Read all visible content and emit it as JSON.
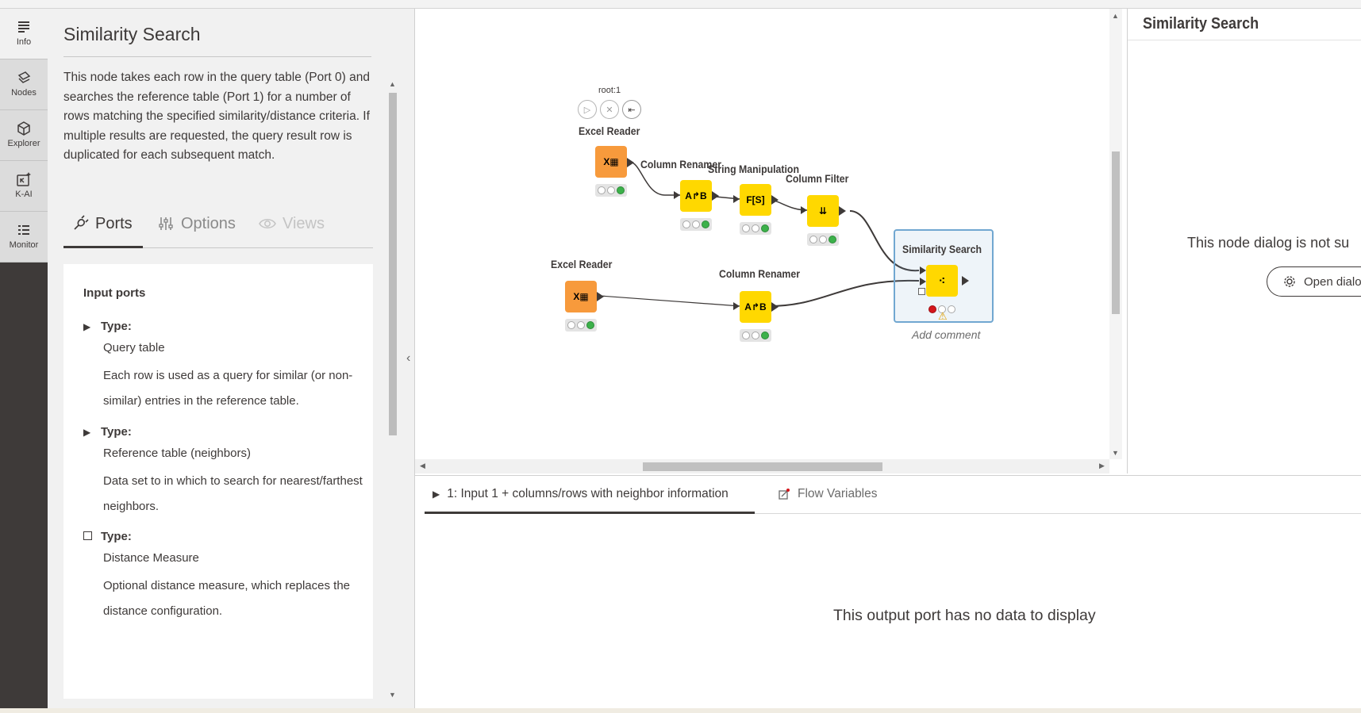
{
  "rail": {
    "items": [
      {
        "label": "Info",
        "icon": "info-icon"
      },
      {
        "label": "Nodes",
        "icon": "nodes-icon"
      },
      {
        "label": "Explorer",
        "icon": "explorer-icon"
      },
      {
        "label": "K-AI",
        "icon": "k-ai-icon"
      },
      {
        "label": "Monitor",
        "icon": "monitor-icon"
      }
    ]
  },
  "description": {
    "title": "Similarity Search",
    "text": "This node takes each row in the query table (Port 0) and searches the reference table (Port 1) for a number of rows matching the specified similarity/distance criteria. If multiple results are requested, the query result row is duplicated for each subsequent match.",
    "tabs": {
      "ports": "Ports",
      "options": "Options",
      "views": "Views"
    },
    "ports_heading": "Input ports",
    "ports": [
      {
        "type_label": "Type:",
        "name": "Query table",
        "desc": "Each row is used as a query for similar (or non-similar) entries in the reference table."
      },
      {
        "type_label": "Type:",
        "name": "Reference table (neighbors)",
        "desc": "Data set to in which to search for nearest/farthest neighbors."
      },
      {
        "type_label": "Type:",
        "name": "Distance Measure",
        "desc": "Optional distance measure, which replaces the distance configuration."
      }
    ]
  },
  "workflow": {
    "root_label": "root:1",
    "nodes": {
      "excel_reader_1": "Excel Reader",
      "column_renamer_1": "Column Renamer",
      "string_manipulation": "String Manipulation",
      "column_filter": "Column Filter",
      "similarity_search": "Similarity Search",
      "excel_reader_2": "Excel Reader",
      "column_renamer_2": "Column Renamer"
    },
    "add_comment": "Add comment",
    "selected_node_comment": "Add comment"
  },
  "dialog_panel": {
    "title": "Similarity Search",
    "message": "This node dialog is not su",
    "open_dialog_label": "Open dialo"
  },
  "output": {
    "tab_port": "1: Input 1 + columns/rows with neighbor information",
    "tab_flow": "Flow Variables",
    "message": "This output port has no data to display"
  },
  "colors": {
    "source_node": "#f79a3c",
    "manipulator_node": "#ffd800",
    "selection": "#71a7d1",
    "rail_bg": "#3e3a39"
  }
}
